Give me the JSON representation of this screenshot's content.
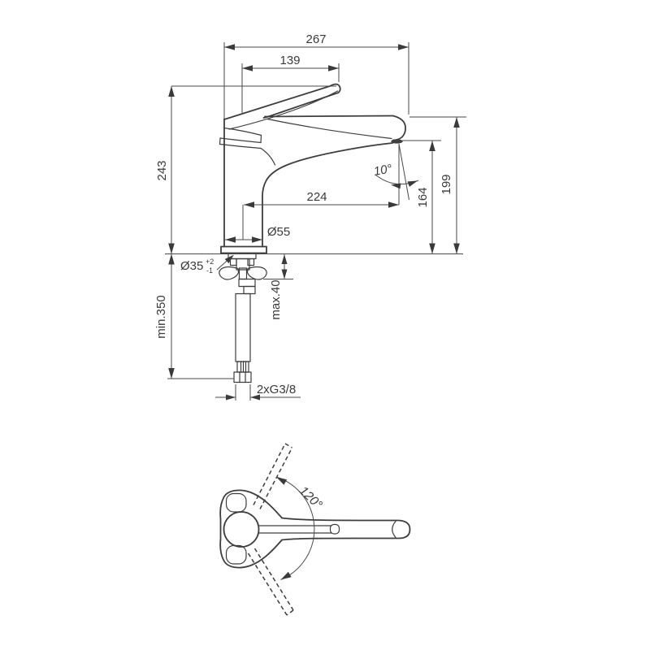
{
  "drawing": {
    "type": "technical-dimension-drawing",
    "subject": "single-lever kitchen faucet, side view with mounting parts and top view with handle swivel range",
    "colors": {
      "background": "#ffffff",
      "part_line": "#3d3d3d",
      "dimension_line": "#4a4a4a",
      "text": "#3a3a3a"
    },
    "labels": {
      "overall_reach": "267",
      "handle_reach": "139",
      "overall_height": "243",
      "spout_reach": "224",
      "jet_angle": "10°",
      "spout_outlet_height": "164",
      "spout_top_height": "199",
      "base_diameter": "Ø55",
      "mounting_hole_diameter": "Ø35",
      "mounting_hole_tol_plus": "+2",
      "mounting_hole_tol_minus": "-1",
      "max_deck_thickness": "max.40",
      "min_hose_clearance": "min.350",
      "supply_connection": "2xG3/8",
      "handle_swivel_angle": "120°"
    }
  }
}
